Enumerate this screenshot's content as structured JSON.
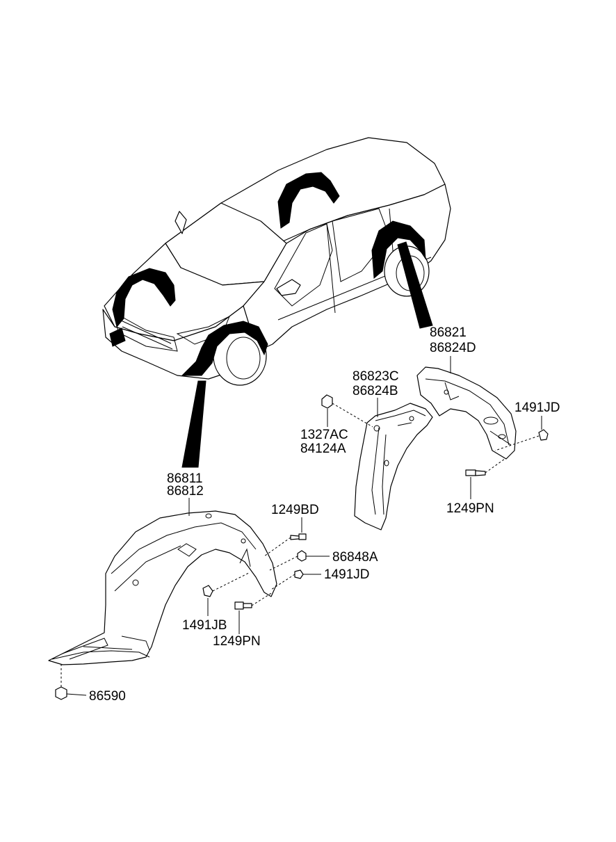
{
  "labels": {
    "rear_liner_a": "86821",
    "rear_liner_b": "86824D",
    "rear_mud_a": "86823C",
    "rear_mud_b": "86824B",
    "nut_a": "1327AC",
    "nut_b": "84124A",
    "clip_rear": "1491JD",
    "screw_rear": "1249PN",
    "front_liner_a": "86811",
    "front_liner_b": "86812",
    "bolt_front": "1249BD",
    "nut_front": "86848A",
    "clip_front": "1491JD",
    "clip_front_b": "1491JB",
    "screw_front": "1249PN",
    "screw_bottom": "86590"
  },
  "icons": [
    "car-body",
    "front-wheel-guard",
    "rear-wheel-guard",
    "rear-mud-guard",
    "fastener"
  ]
}
